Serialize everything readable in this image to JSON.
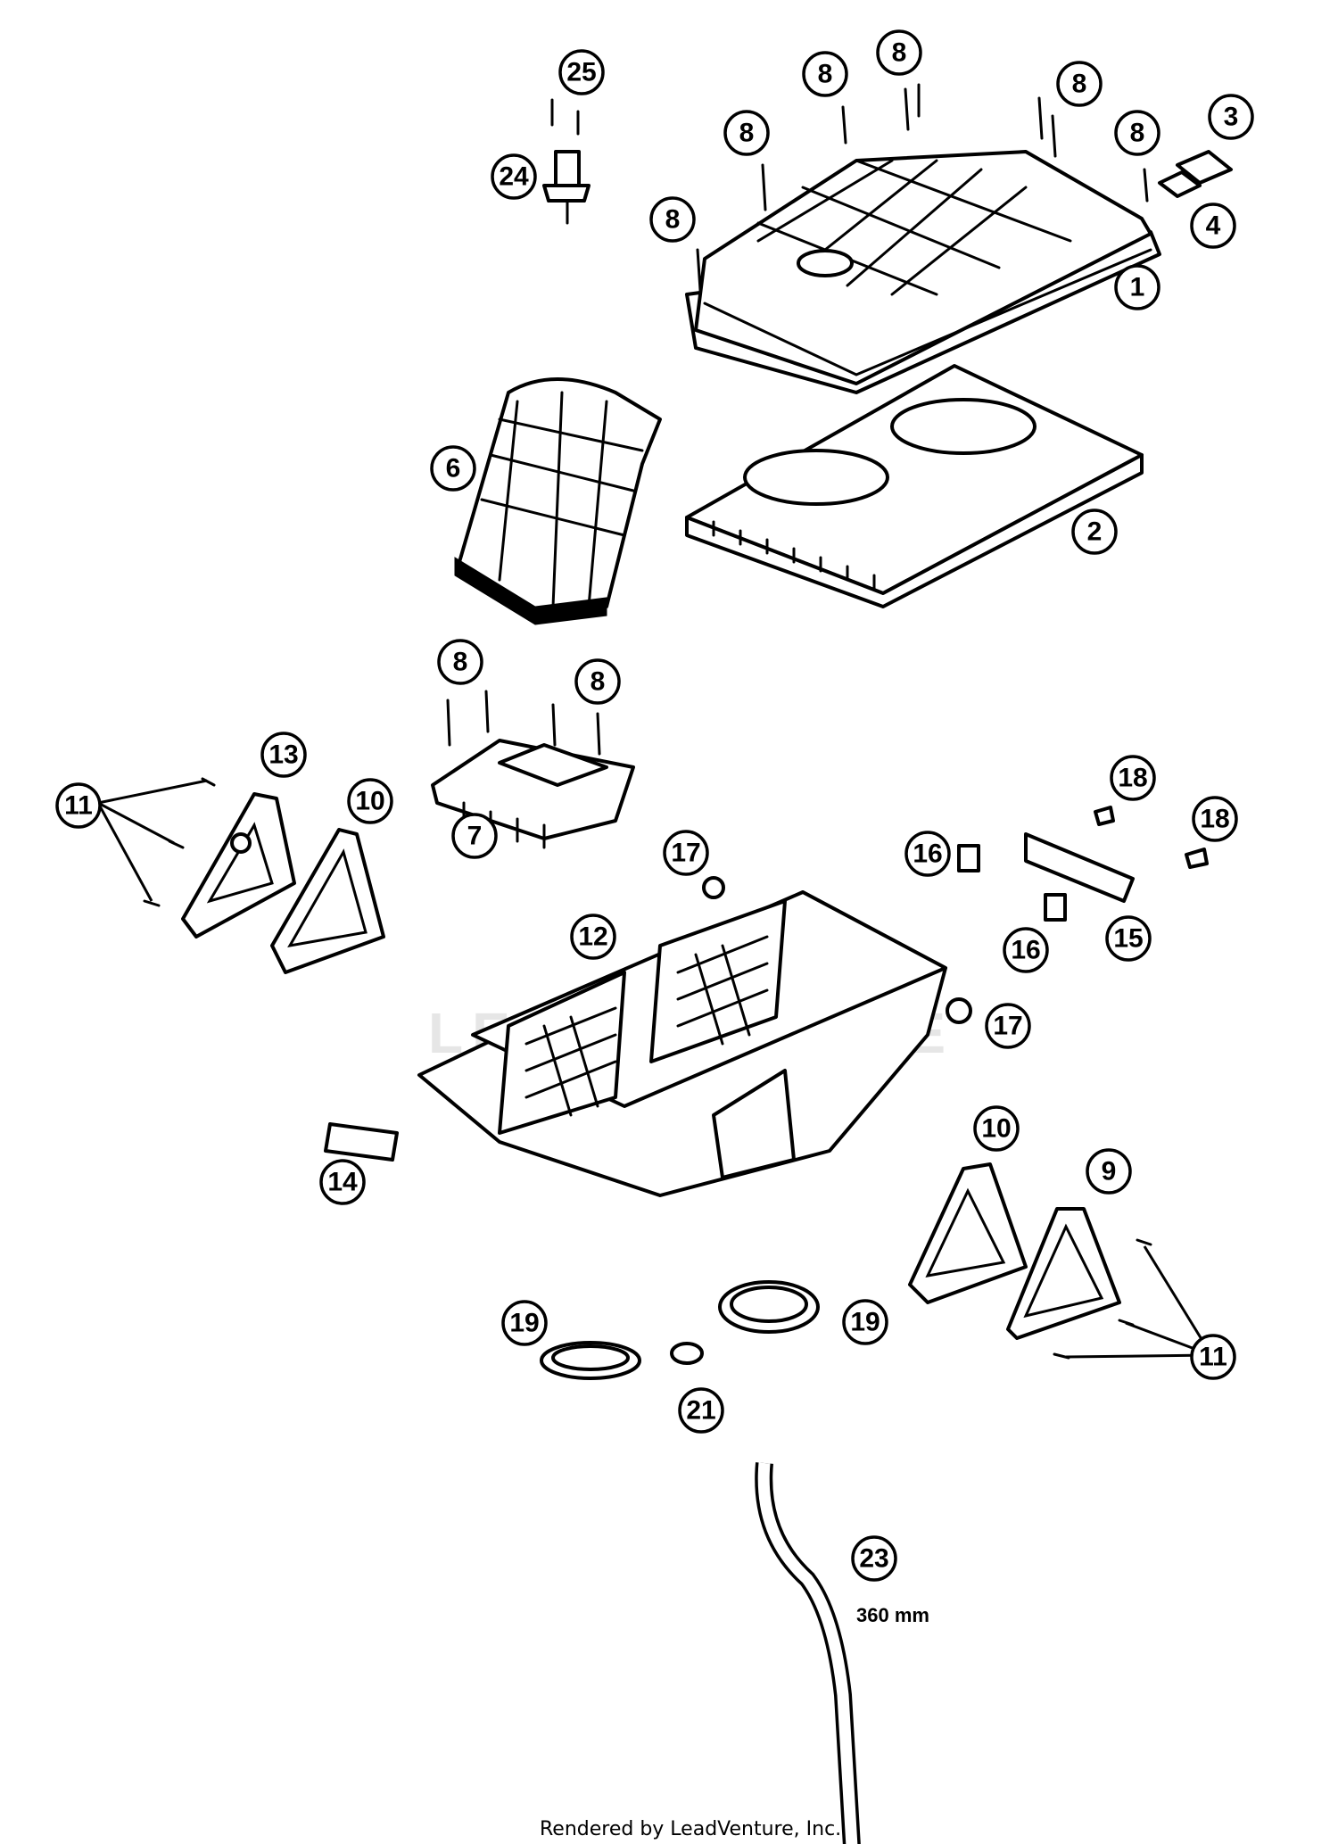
{
  "callouts": [
    {
      "id": "c1",
      "label": "1"
    },
    {
      "id": "c2",
      "label": "2"
    },
    {
      "id": "c3",
      "label": "3"
    },
    {
      "id": "c4",
      "label": "4"
    },
    {
      "id": "c6",
      "label": "6"
    },
    {
      "id": "c7",
      "label": "7"
    },
    {
      "id": "c8a",
      "label": "8"
    },
    {
      "id": "c8b",
      "label": "8"
    },
    {
      "id": "c8c",
      "label": "8"
    },
    {
      "id": "c8d",
      "label": "8"
    },
    {
      "id": "c8e",
      "label": "8"
    },
    {
      "id": "c8f",
      "label": "8"
    },
    {
      "id": "c8g",
      "label": "8"
    },
    {
      "id": "c8h",
      "label": "8"
    },
    {
      "id": "c9",
      "label": "9"
    },
    {
      "id": "c10a",
      "label": "10"
    },
    {
      "id": "c10b",
      "label": "10"
    },
    {
      "id": "c11a",
      "label": "11"
    },
    {
      "id": "c11b",
      "label": "11"
    },
    {
      "id": "c12",
      "label": "12"
    },
    {
      "id": "c13",
      "label": "13"
    },
    {
      "id": "c14",
      "label": "14"
    },
    {
      "id": "c15",
      "label": "15"
    },
    {
      "id": "c16a",
      "label": "16"
    },
    {
      "id": "c16b",
      "label": "16"
    },
    {
      "id": "c17a",
      "label": "17"
    },
    {
      "id": "c17b",
      "label": "17"
    },
    {
      "id": "c18a",
      "label": "18"
    },
    {
      "id": "c18b",
      "label": "18"
    },
    {
      "id": "c19a",
      "label": "19"
    },
    {
      "id": "c19b",
      "label": "19"
    },
    {
      "id": "c21",
      "label": "21"
    },
    {
      "id": "c23",
      "label": "23"
    },
    {
      "id": "c24",
      "label": "24"
    },
    {
      "id": "c25",
      "label": "25"
    }
  ],
  "hose_length_label": "360 mm",
  "watermark": "LEADVENTURE",
  "footer_credit": "Rendered by LeadVenture, Inc."
}
